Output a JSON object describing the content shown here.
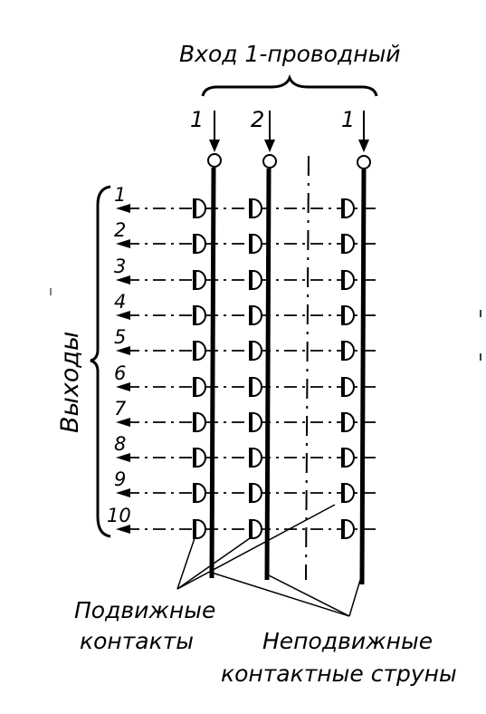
{
  "title": "Вход 1-проводный",
  "input_numbers": [
    "1",
    "2",
    "1"
  ],
  "outputs_label": "Выходы",
  "output_numbers": [
    "1",
    "2",
    "3",
    "4",
    "5",
    "6",
    "7",
    "8",
    "9",
    "10"
  ],
  "movable_label_line1": "Подвижные",
  "movable_label_line2": "контакты",
  "fixed_label_line1": "Неподвижные",
  "fixed_label_line2": "контактные струны",
  "colors": {
    "ink": "#000000",
    "background": "#ffffff"
  }
}
